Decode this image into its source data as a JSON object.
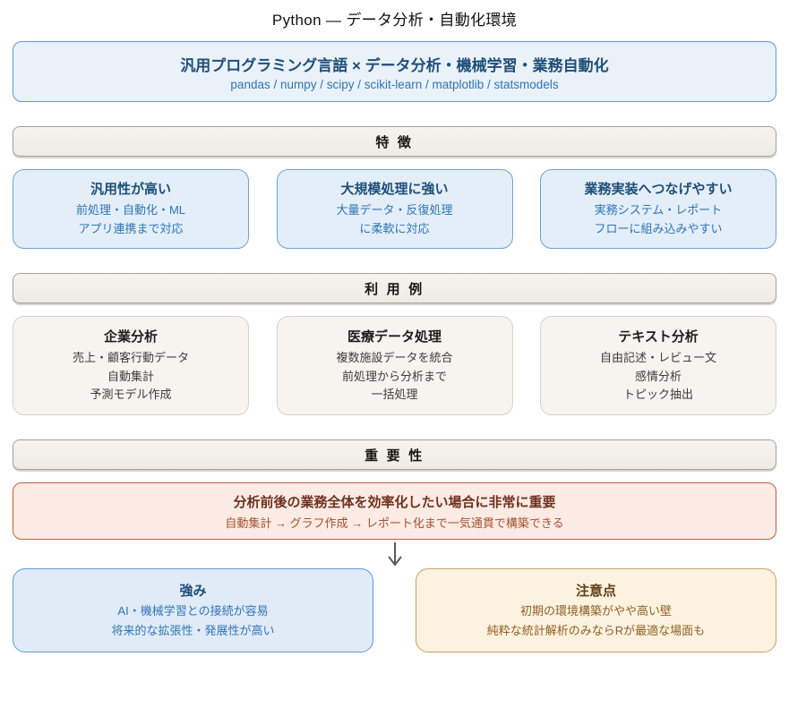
{
  "page": {
    "title": "Python — データ分析・自動化環境"
  },
  "hero": {
    "title": "汎用プログラミング言語 × データ分析・機械学習・業務自動化",
    "subtitle": "pandas / numpy / scipy / scikit-learn / matplotlib / statsmodels"
  },
  "sections": {
    "features": {
      "header": "特 徴",
      "cards": [
        {
          "title": "汎用性が高い",
          "lines": [
            "前処理・自動化・ML",
            "アプリ連携まで対応"
          ]
        },
        {
          "title": "大規模処理に強い",
          "lines": [
            "大量データ・反復処理",
            "に柔軟に対応"
          ]
        },
        {
          "title": "業務実装へつなげやすい",
          "lines": [
            "実務システム・レポート",
            "フローに組み込みやすい"
          ]
        }
      ]
    },
    "examples": {
      "header": "利 用 例",
      "cards": [
        {
          "title": "企業分析",
          "lines": [
            "売上・顧客行動データ",
            "自動集計",
            "予測モデル作成"
          ]
        },
        {
          "title": "医療データ処理",
          "lines": [
            "複数施設データを統合",
            "前処理から分析まで",
            "一括処理"
          ]
        },
        {
          "title": "テキスト分析",
          "lines": [
            "自由記述・レビュー文",
            "感情分析",
            "トピック抽出"
          ]
        }
      ]
    },
    "importance": {
      "header": "重 要 性",
      "title": "分析前後の業務全体を効率化したい場合に非常に重要",
      "subtitle": "自動集計 → グラフ作成 → レポート化まで一気通貫で構築できる"
    }
  },
  "bottom": {
    "strengths": {
      "title": "強み",
      "lines": [
        "AI・機械学習との接続が容易",
        "将来的な拡張性・発展性が高い"
      ]
    },
    "cautions": {
      "title": "注意点",
      "lines": [
        "初期の環境構築がやや高い壁",
        "純粋な統計解析のみならRが最適な場面も"
      ]
    }
  },
  "icons": {
    "flow_arrow": "down-arrow"
  },
  "colors": {
    "blue_border": "#5b9bd5",
    "blue_fill": "#e9f1f9",
    "blue_card_fill": "#e3eef8",
    "dark_blue_text": "#1f4e79",
    "mid_blue_text": "#2e75b6",
    "header_fill": "#f1f0e9",
    "header_border": "#a3a29a",
    "cream_fill": "#f5f4ee",
    "cream_border": "#d5d4cb",
    "red_fill": "#fbebe4",
    "red_border": "#c0613c",
    "red_title_text": "#6e3120",
    "red_sub_text": "#a3512e",
    "amber_fill": "#fcf2e0",
    "amber_border": "#c9a061",
    "amber_title_text": "#60401a",
    "amber_body_text": "#8f5f24",
    "arrow_gray": "#595959"
  }
}
